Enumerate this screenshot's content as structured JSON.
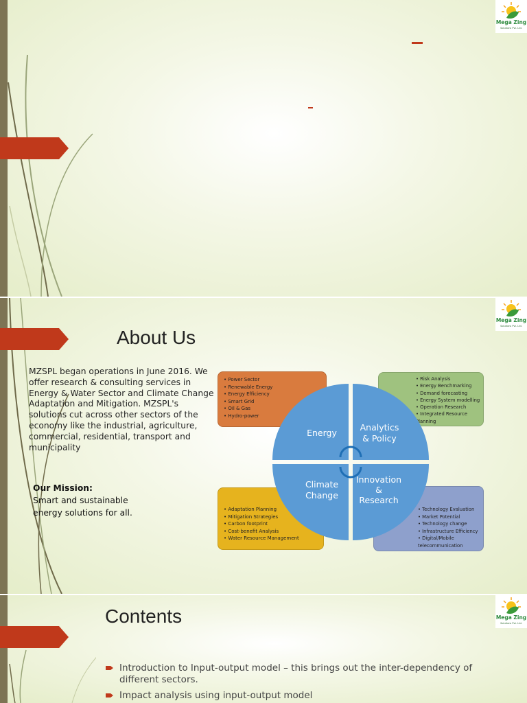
{
  "logo": {
    "name": "Mega Zing",
    "sub": "Solutions Pvt. Ltd."
  },
  "colors": {
    "accent": "#c0391b",
    "leftbar": "#7d7454",
    "circle": "#5b9bd5",
    "energy_box": "#d97b3e",
    "analytics_box": "#9fc27f",
    "climate_box": "#e6b31e",
    "innovation_box": "#8ea0cc"
  },
  "about": {
    "title": "About Us",
    "body": "MZSPL began operations in June 2016. We offer research & consulting services in Energy & Water Sector and Climate Change Adaptation and Mitigation. MZSPL's solutions cut across other sectors of the economy like the industrial, agriculture, commercial, residential, transport and municipality",
    "mission_label": "Our Mission:",
    "mission_text": "Smart and sustainable energy solutions for all.",
    "quadrants": [
      {
        "label": "Energy",
        "items": [
          "Power Sector",
          "Renewable Energy",
          "Energy Efficiency",
          "Smart Grid",
          "Oil & Gas",
          "Hydro-power"
        ]
      },
      {
        "label": "Analytics & Policy",
        "items": [
          "Risk Analysis",
          "Energy Benchmarking",
          "Demand forecasting",
          "Energy System modelling",
          "Operation Research",
          "Integrated Resource Planning"
        ]
      },
      {
        "label": "Climate Change",
        "items": [
          "Adaptation Planning",
          "Mitigation Strategies",
          "Carbon footprint",
          "Cost-benefit Analysis",
          "Water Resource Management"
        ]
      },
      {
        "label": "Innovation & Research",
        "items": [
          "Technology Evaluation",
          "Market Potential",
          "Technology change",
          "Infrastructure Efficiency",
          "Digital/Mobile telecommunication"
        ]
      }
    ]
  },
  "contents": {
    "title": "Contents",
    "items": [
      "Introduction to Input-output model – this brings out the inter-dependency of different sectors.",
      "Impact analysis using input-output model"
    ]
  }
}
